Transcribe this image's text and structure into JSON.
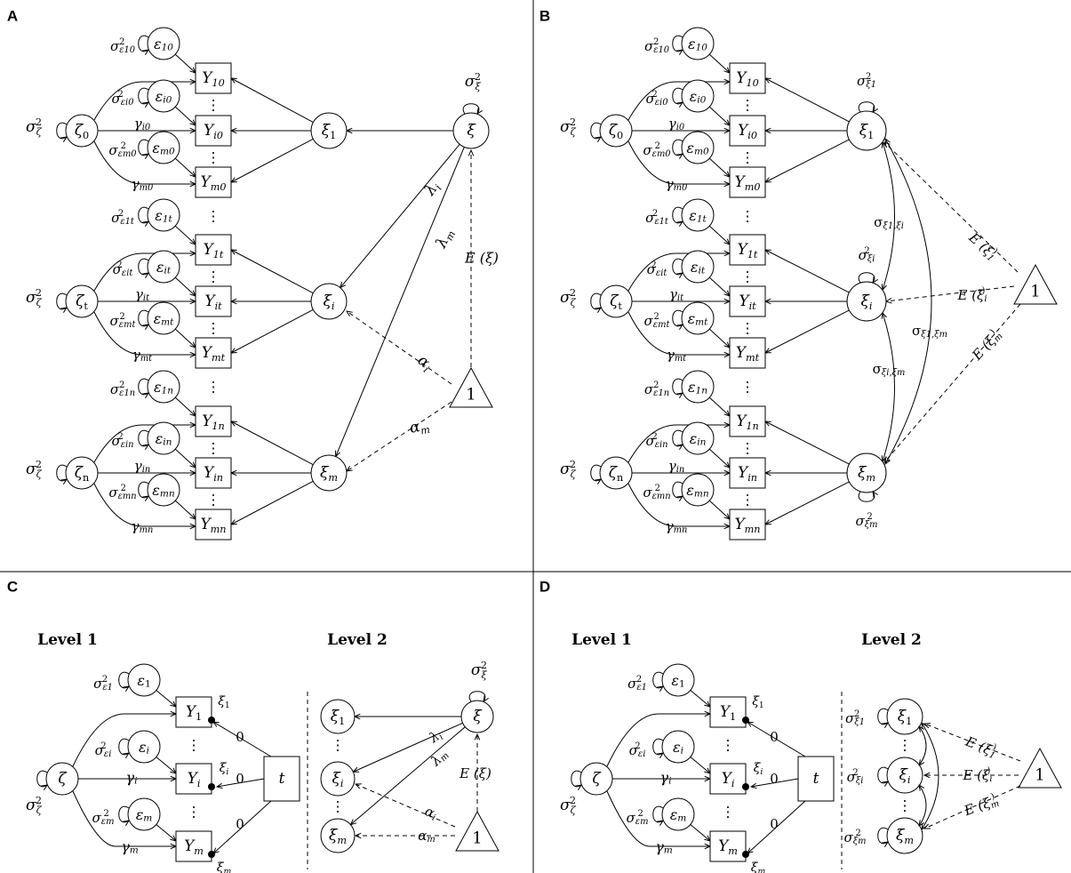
{
  "panel_labels": [
    "A",
    "B",
    "C",
    "D"
  ],
  "level_labels": {
    "level1": "Level 1",
    "level2": "Level 2"
  },
  "latent_nodes": {
    "xi": "ξ",
    "xi_1": "ξ",
    "xi_i": "ξ",
    "xi_m": "ξ",
    "sub_1": "1",
    "sub_i": "i",
    "sub_m": "m"
  },
  "observed_prefix": "Y",
  "observed_subscripts_AB": [
    "10",
    "i0",
    "m0",
    "1t",
    "it",
    "mt",
    "1n",
    "in",
    "mn"
  ],
  "observed_subscripts_CD": [
    "1",
    "i",
    "m"
  ],
  "residual_prefix": "ε",
  "residual_subscripts_AB": [
    "10",
    "i0",
    "m0",
    "1t",
    "it",
    "mt",
    "1n",
    "in",
    "mn"
  ],
  "zeta_prefix": "ζ",
  "zeta_subscripts_AB": [
    "0",
    "t",
    "n"
  ],
  "gamma_prefix": "γ",
  "gamma_subscripts_AB": [
    "i0",
    "m0",
    "it",
    "mt",
    "in",
    "mn"
  ],
  "gamma_subscripts_CD": [
    "i",
    "m"
  ],
  "sigma_symbol": "σ",
  "squared": "2",
  "constant_one": "1",
  "time_node": "t",
  "zero_loading": "0",
  "vdots": "⋮",
  "path_labels": {
    "lambda_i": "λ",
    "lambda_m": "λ",
    "alpha_i": "α",
    "alpha_m": "α",
    "expectation": "E (ξ)",
    "e1": "E (ξ",
    "ei": "E (ξ",
    "em": "E (ξ",
    "sigma_cov_1i": "σ",
    "sigma_cov_1m": "σ",
    "sigma_cov_im": "σ"
  }
}
